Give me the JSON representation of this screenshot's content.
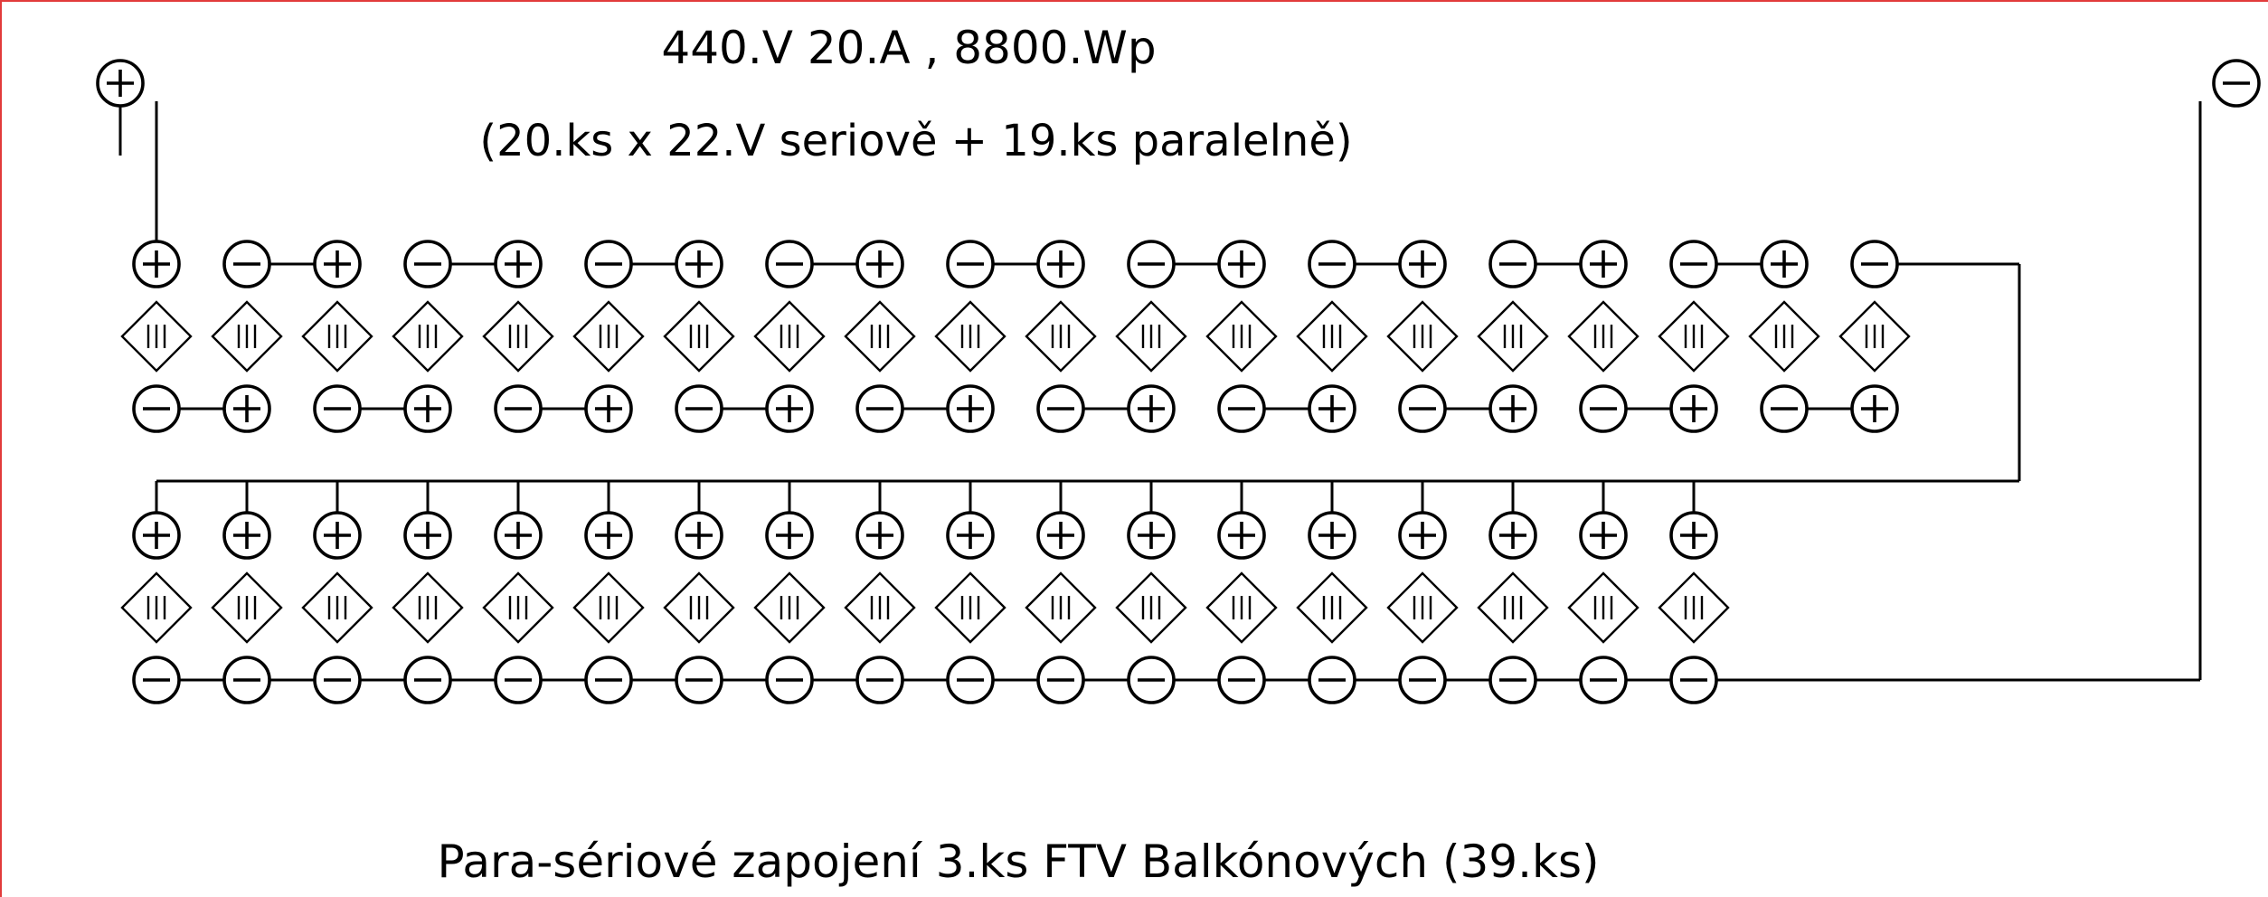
{
  "diagram": {
    "title_line1": "440.V 20.A , 8800.Wp",
    "title_line2": "(20.ks x 22.V seriově + 19.ks paralelně)",
    "footer": "Para-sériové zapojení 3.ks FTV Balkónových (39.ks)",
    "terminals": {
      "positive": "+",
      "negative": "−"
    },
    "upper_string": {
      "panel_count": 20,
      "top_row_polarity": [
        "+",
        "-",
        "+",
        "-",
        "+",
        "-",
        "+",
        "-",
        "+",
        "-",
        "+",
        "-",
        "+",
        "-",
        "+",
        "-",
        "+",
        "-",
        "+",
        "-"
      ],
      "bottom_row_polarity": [
        "-",
        "+",
        "-",
        "+",
        "-",
        "+",
        "-",
        "+",
        "-",
        "+",
        "-",
        "+",
        "-",
        "+",
        "-",
        "+",
        "-",
        "+",
        "-",
        "+"
      ]
    },
    "lower_string": {
      "panel_count": 18,
      "top_row_polarity": "+",
      "bottom_row_polarity": "-"
    }
  }
}
